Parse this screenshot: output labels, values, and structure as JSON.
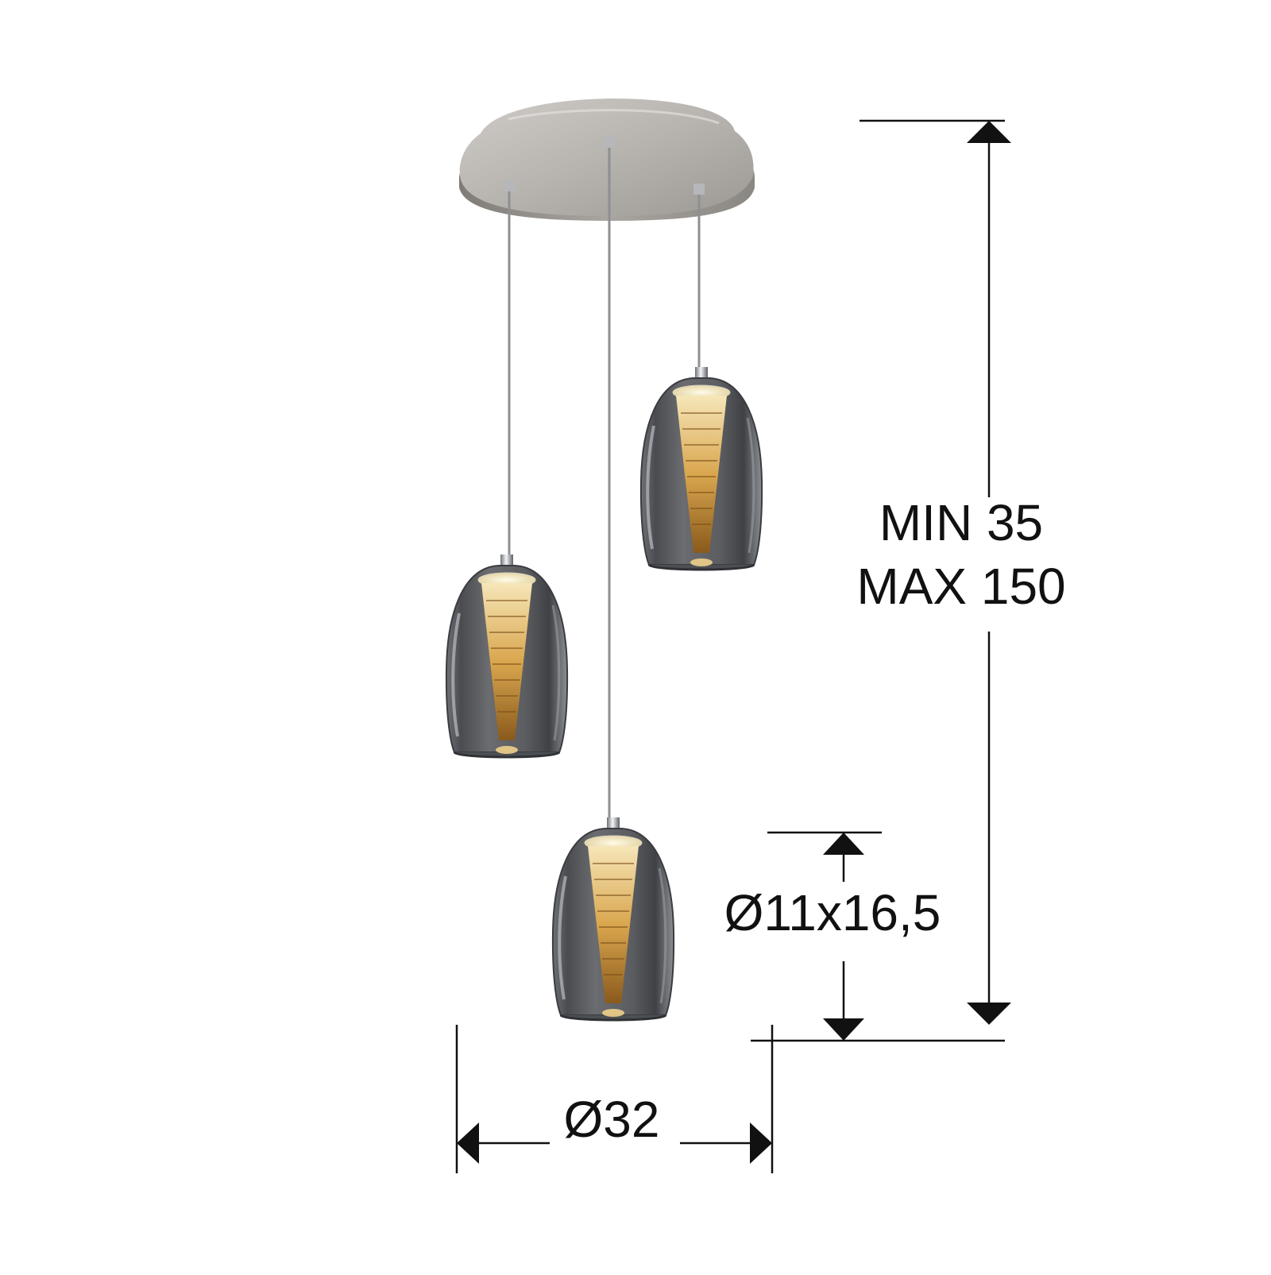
{
  "dimensions": {
    "height_min": "MIN 35",
    "height_max": "MAX 150",
    "shade_size": "Ø11x16,5",
    "canopy_diameter": "Ø32"
  },
  "colors": {
    "line": "#111111",
    "canopy": "#9a9794",
    "glass": "#5f6266",
    "light": "#e8b85a",
    "chrome": "#c9ccd0"
  },
  "pendants": {
    "count": 3
  }
}
